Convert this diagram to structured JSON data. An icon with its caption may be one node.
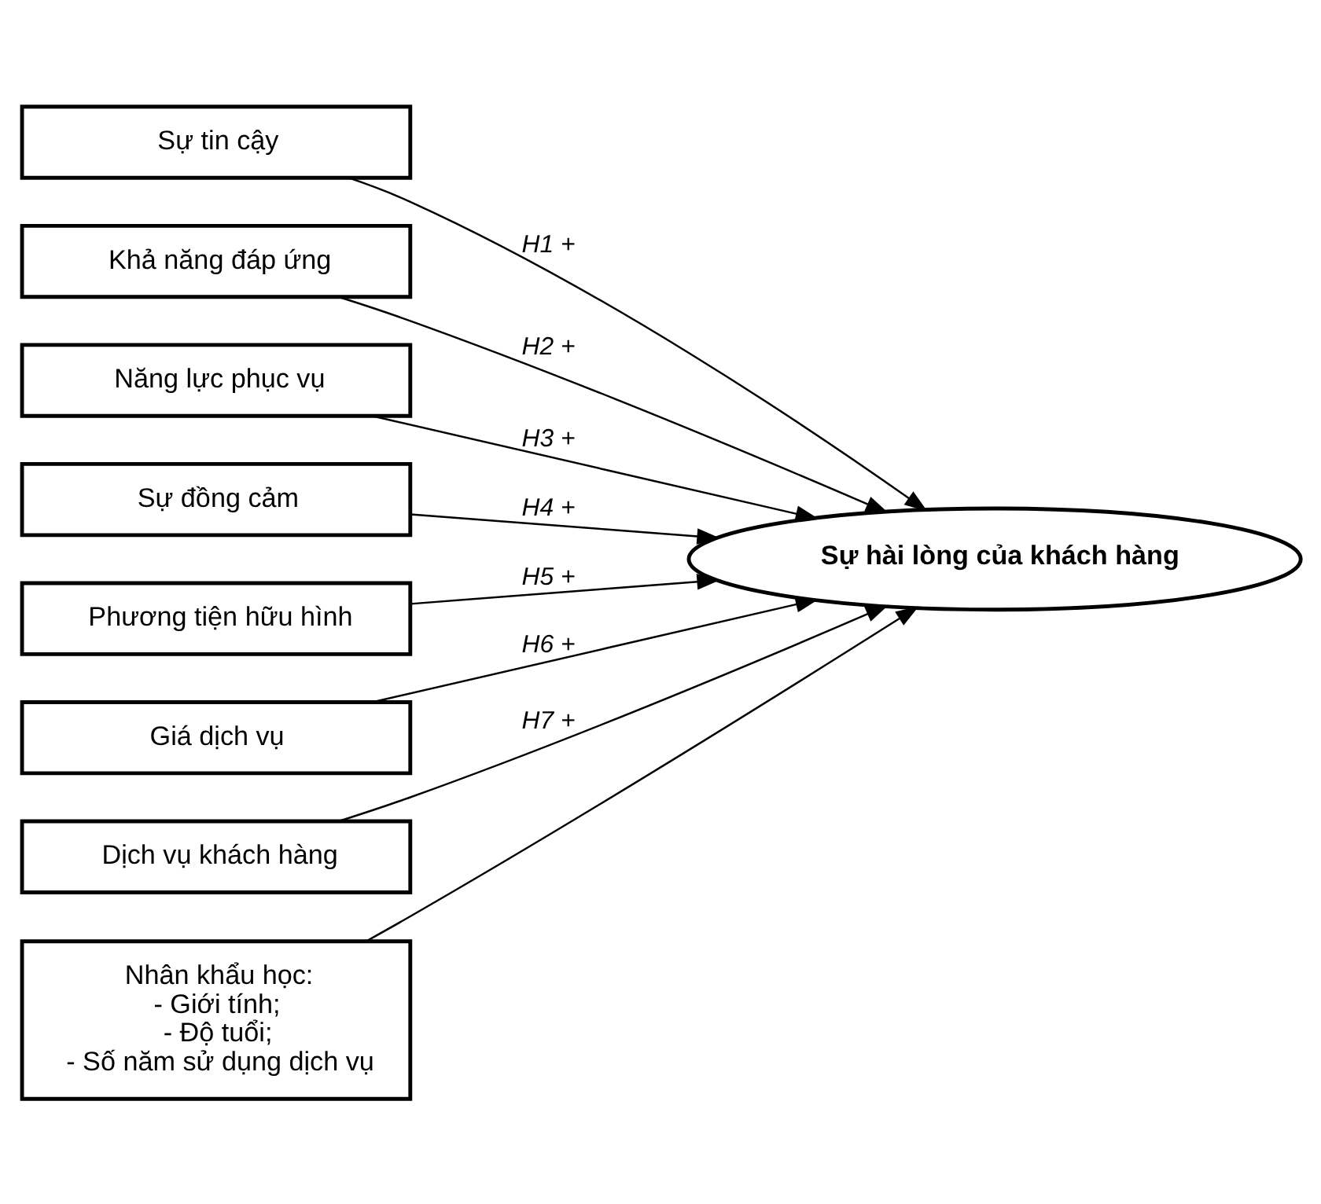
{
  "diagram": {
    "nodes": [
      {
        "text": [
          "Sự tin cậy"
        ]
      },
      {
        "text": [
          "Khả năng đáp ứng"
        ]
      },
      {
        "text": [
          "Năng lực phục vụ"
        ]
      },
      {
        "text": [
          "Sự đồng cảm"
        ]
      },
      {
        "text": [
          "Phương tiện hữu hình"
        ]
      },
      {
        "text": [
          "Giá dịch vụ"
        ]
      },
      {
        "text": [
          "Dịch vụ khách hàng"
        ]
      },
      {
        "text": [
          "Nhân khẩu học:",
          "- Giới tính;",
          "- Độ tuổi;",
          "- Số năm sử dụng dịch vụ"
        ]
      },
      {
        "text": [
          "Sự hài lòng của khách hàng"
        ]
      }
    ],
    "edges": [
      {
        "from": 0,
        "to": 8,
        "arrow": "to",
        "label": "H1 +"
      },
      {
        "from": 1,
        "to": 8,
        "arrow": "to",
        "label": "H2 +"
      },
      {
        "from": 2,
        "to": 8,
        "arrow": "to",
        "label": "H3 +"
      },
      {
        "from": 3,
        "to": 8,
        "arrow": "to",
        "label": "H4 +"
      },
      {
        "from": 4,
        "to": 8,
        "arrow": "to",
        "label": "H5 +"
      },
      {
        "from": 5,
        "to": 8,
        "arrow": "to",
        "label": "H6 +"
      },
      {
        "from": 6,
        "to": 8,
        "arrow": "to",
        "label": "H7 +"
      },
      {
        "from": 7,
        "to": 8,
        "arrow": "to"
      }
    ]
  }
}
